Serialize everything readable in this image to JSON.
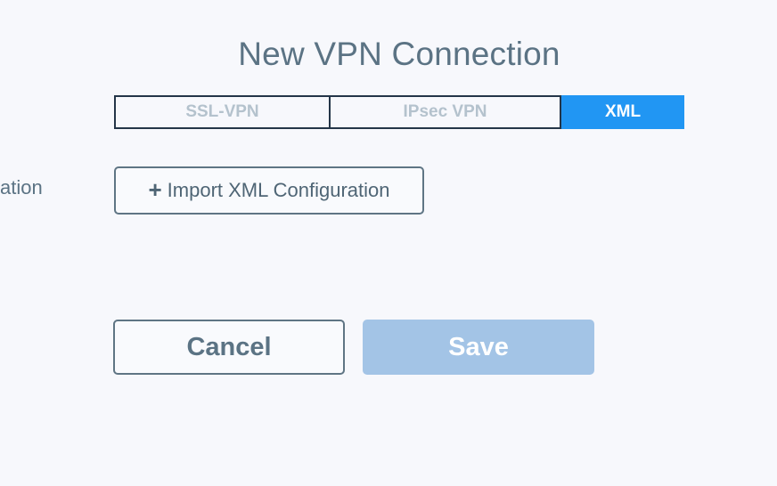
{
  "dialog": {
    "title": "New VPN Connection"
  },
  "tabs": [
    {
      "label": "SSL-VPN",
      "active": false
    },
    {
      "label": "IPsec VPN",
      "active": false
    },
    {
      "label": "XML",
      "active": true
    }
  ],
  "form": {
    "side_label": "ation",
    "import_icon": "plus-icon",
    "import_label": "Import XML Configuration"
  },
  "actions": {
    "cancel_label": "Cancel",
    "save_label": "Save"
  },
  "colors": {
    "accent": "#2196f3",
    "save_disabled": "#a3c4e6",
    "text": "#5b7384",
    "background": "#f7f8fc"
  }
}
